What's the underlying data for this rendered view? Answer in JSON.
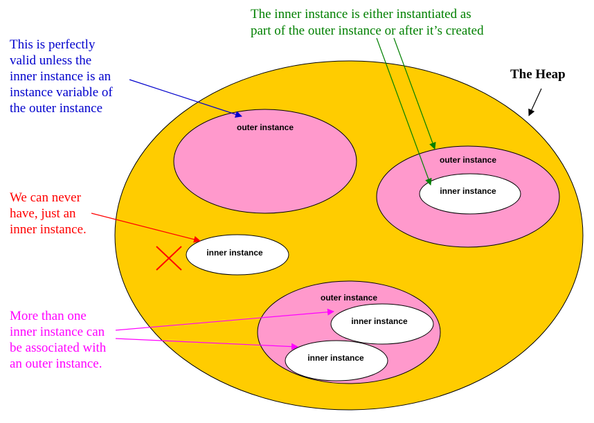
{
  "heap": {
    "title": "The Heap",
    "fill": "#FFCC00"
  },
  "colors": {
    "outer_fill": "#FF99CC",
    "inner_fill": "#FFFFFF",
    "stroke": "#000000",
    "blue": "#0000CC",
    "green": "#008000",
    "red": "#FF0000",
    "magenta": "#FF00FF"
  },
  "instances": {
    "outer_1": "outer instance",
    "outer_2": "outer instance",
    "inner_2": "inner instance",
    "inner_alone": "inner instance",
    "outer_3": "outer instance",
    "inner_3a": "inner instance",
    "inner_3b": "inner instance"
  },
  "notes": {
    "top": [
      "The inner instance is either instantiated as",
      "part of the outer instance or after it’s created"
    ],
    "valid": [
      "This is perfectly",
      "valid unless the",
      "inner instance is an",
      "instance variable of",
      "the outer instance"
    ],
    "never": [
      "We can never",
      "have, just an",
      "inner instance."
    ],
    "more": [
      "More than one",
      "inner instance can",
      "be associated with",
      "an outer instance."
    ]
  },
  "invalid_mark_icon": "x-mark-icon"
}
